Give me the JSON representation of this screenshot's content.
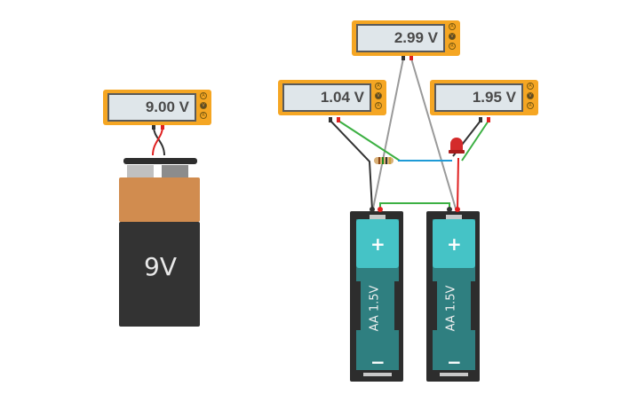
{
  "app": "Circuit simulator",
  "multimeters": [
    {
      "id": "meter-9v",
      "reading": "9.00 V",
      "modes": [
        "A",
        "V",
        "R"
      ],
      "active_mode": "V"
    },
    {
      "id": "meter-top",
      "reading": "2.99 V",
      "modes": [
        "A",
        "V",
        "R"
      ],
      "active_mode": "V"
    },
    {
      "id": "meter-left",
      "reading": "1.04 V",
      "modes": [
        "A",
        "V",
        "R"
      ],
      "active_mode": "V"
    },
    {
      "id": "meter-right",
      "reading": "1.95 V",
      "modes": [
        "A",
        "V",
        "R"
      ],
      "active_mode": "V"
    }
  ],
  "battery_9v": {
    "label": "9V"
  },
  "aa_batteries": [
    {
      "label": "AA 1.5V",
      "plus": "+",
      "minus": "−"
    },
    {
      "label": "AA 1.5V",
      "plus": "+",
      "minus": "−"
    }
  ],
  "components": {
    "resistor": "resistor",
    "led": "red LED"
  },
  "colors": {
    "meter_body": "#f5a623",
    "meter_screen": "#dfe6ea",
    "battery_9v_top": "#d18c4f",
    "battery_9v_body": "#333333",
    "aa_top": "#45c3c6",
    "aa_body": "#2f7f80",
    "aa_holder": "#2d2d2d",
    "wire_black": "#333333",
    "wire_red": "#e02020",
    "wire_green": "#3cb043",
    "wire_blue": "#1e9ad6",
    "wire_gray": "#9a9a9a",
    "led_red": "#d42a2a"
  }
}
